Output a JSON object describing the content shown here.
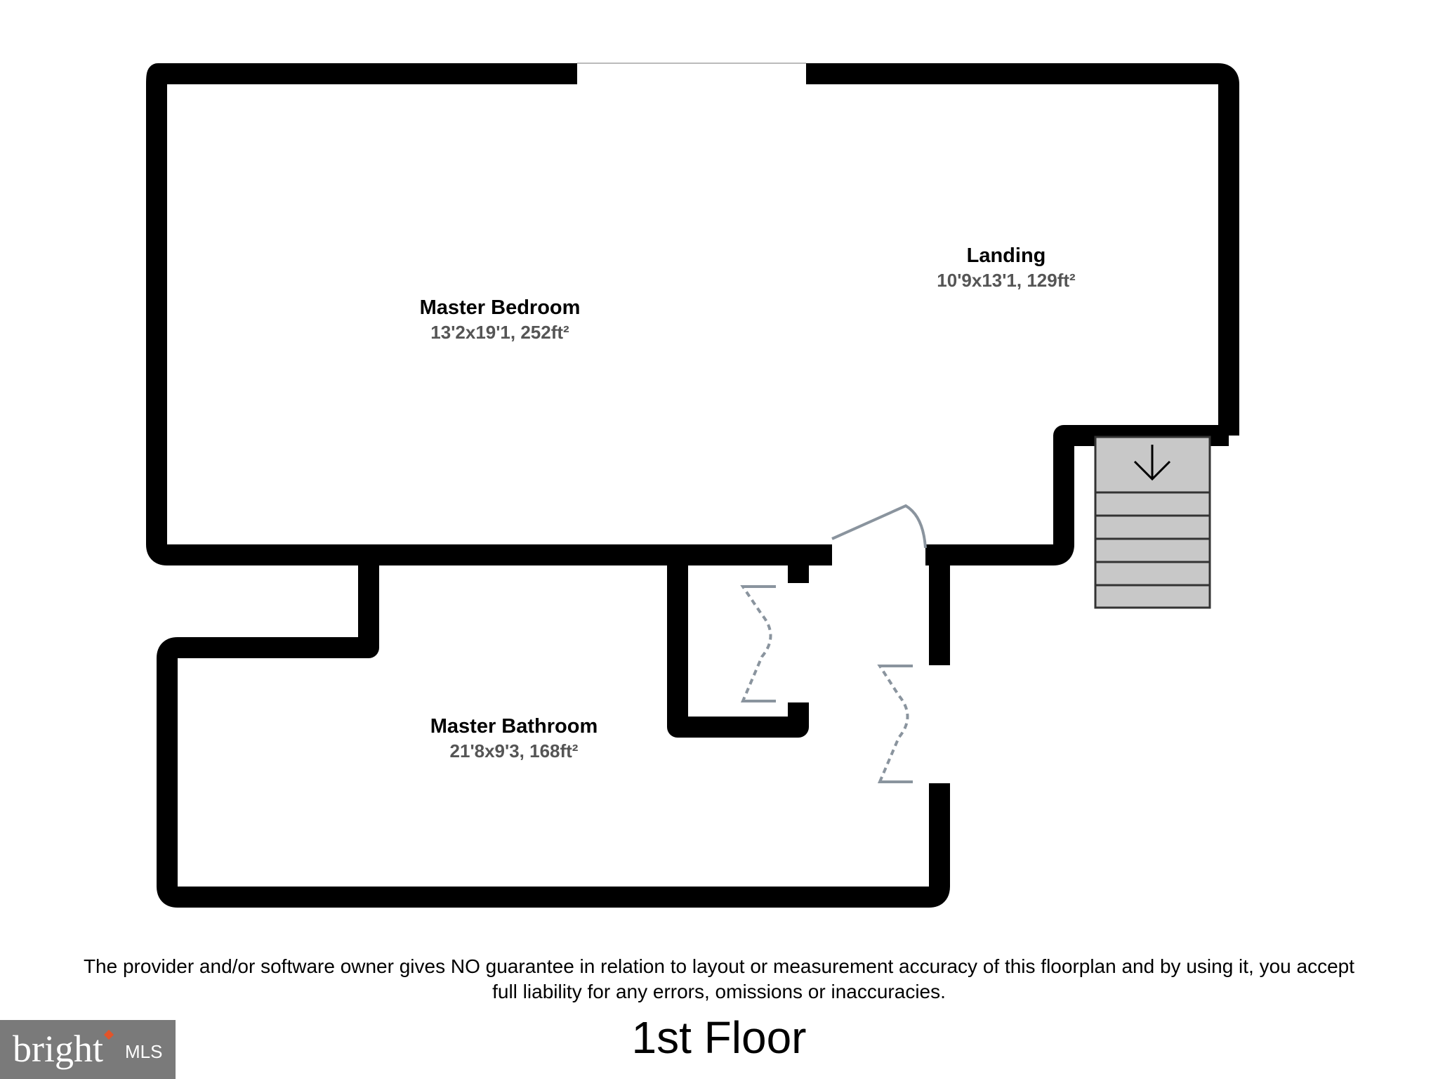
{
  "floor_title": "1st Floor",
  "rooms": [
    {
      "name": "Master Bedroom",
      "dims": "13'2x19'1, 252ft²"
    },
    {
      "name": "Landing",
      "dims": "10'9x13'1, 129ft²"
    },
    {
      "name": "Master Bathroom",
      "dims": "21'8x9'3, 168ft²"
    }
  ],
  "disclaimer": {
    "line1": "The provider and/or software owner gives NO guarantee in relation to layout or measurement accuracy of this floorplan and by using it, you accept",
    "line2": "full liability for any errors, omissions or inaccuracies."
  },
  "logo": {
    "word": "bright",
    "suffix": "MLS"
  },
  "stairs": {
    "direction": "down",
    "icon": "arrow-down-icon"
  },
  "colors": {
    "wall": "#000000",
    "stairs_fill": "#c8c8c8",
    "door_swing": "#8a949e",
    "logo_bg": "#7a7a7a",
    "logo_accent": "#e2542a"
  }
}
